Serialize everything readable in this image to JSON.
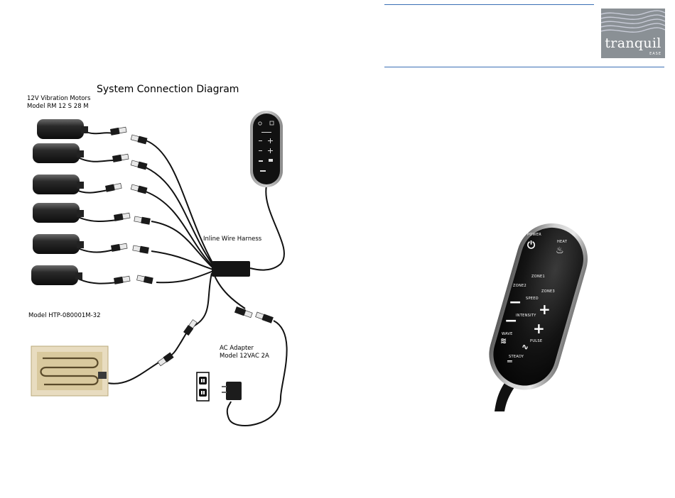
{
  "diagram": {
    "title": "System Connection Diagram",
    "motors_label_line1": "12V Vibration Motors",
    "motors_label_line2": "Model RM 12 S 28 M",
    "harness_label": "Inline Wire Harness",
    "heat_pad_label": "Model HTP-080001M-32",
    "adapter_label_line1": "AC Adapter",
    "adapter_label_line2": "Model 12VAC 2A"
  },
  "logo": {
    "word": "tranquil",
    "sub": "EASE"
  },
  "remote": {
    "power": "POWER",
    "heat": "HEAT",
    "zone1": "ZONE1",
    "zone2": "ZONE2",
    "zone3": "ZONE3",
    "speed": "SPEED",
    "intensity": "INTENSITY",
    "wave": "WAVE",
    "pulse": "PULSE",
    "steady": "STEADY",
    "minus": "−",
    "plus": "+"
  },
  "colors": {
    "rule": "#3a6fb5",
    "logo_bg": "#8a9095",
    "remote_body": "#1a1a1a",
    "remote_rim": "#b8b8b8"
  }
}
